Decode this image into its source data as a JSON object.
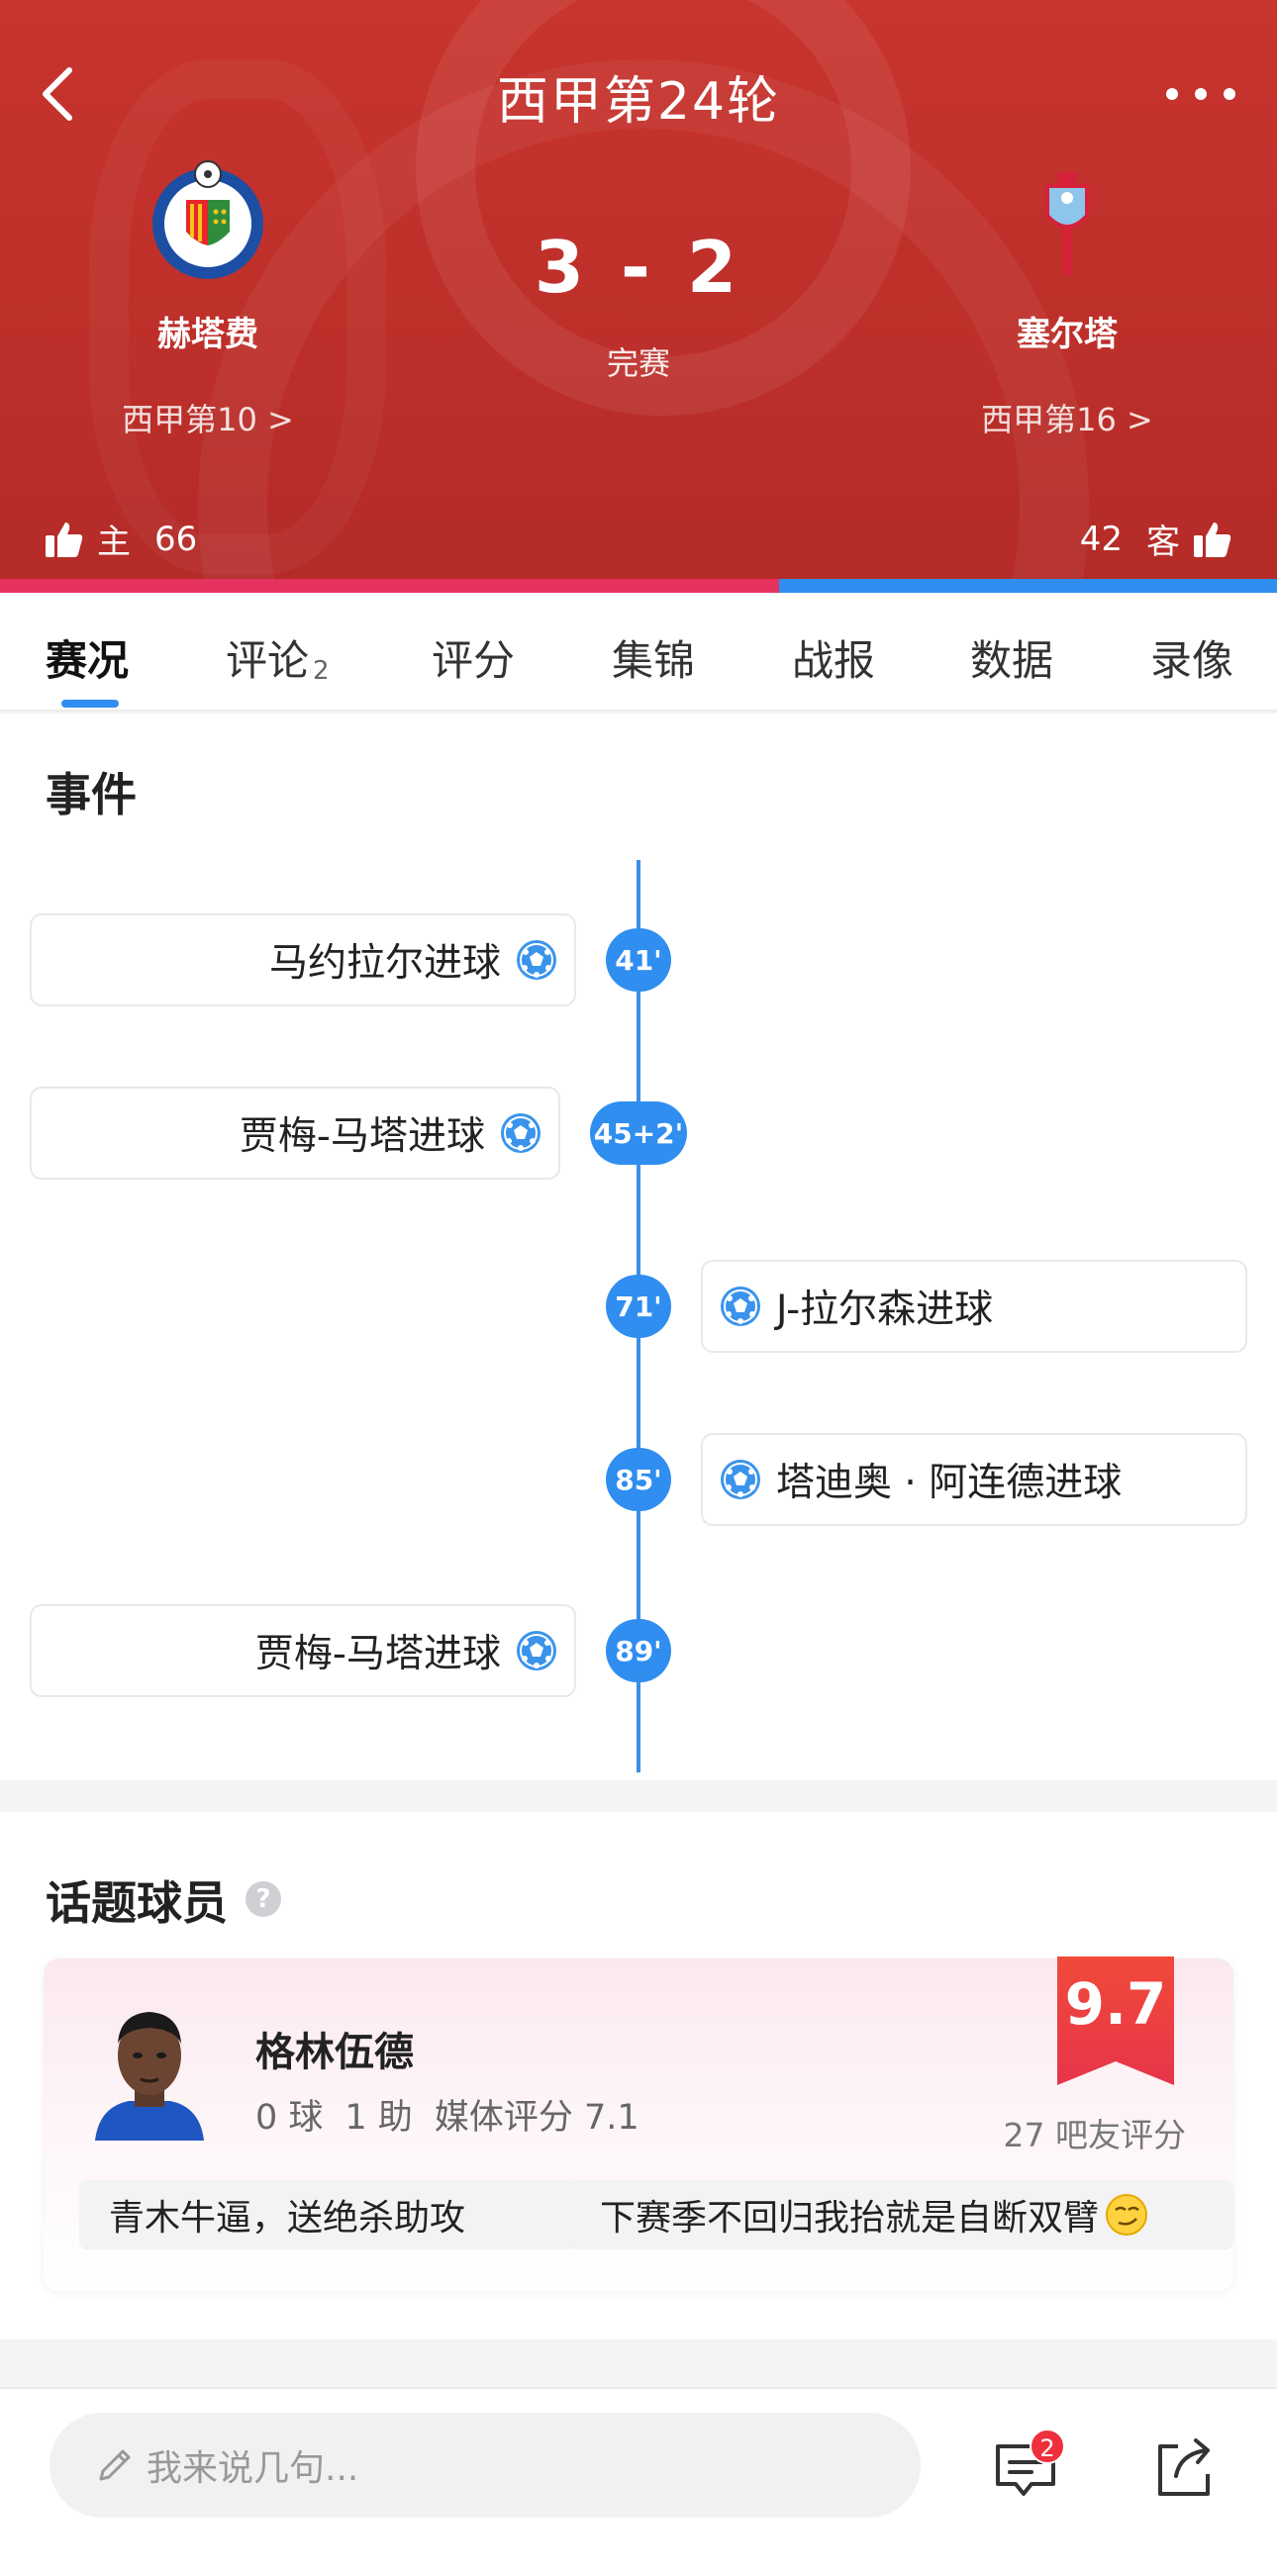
{
  "header": {
    "title": "西甲第24轮",
    "score": "3 - 2",
    "status": "完赛",
    "home": {
      "name": "赫塔费",
      "rank": "西甲第10 >",
      "likes_label": "主",
      "likes": "66"
    },
    "away": {
      "name": "塞尔塔",
      "rank": "西甲第16 >",
      "likes_label": "客",
      "likes": "42"
    },
    "home_like_share": 0.61,
    "colors": {
      "header_bg": "#c8342e",
      "home_bar": "#e6325f",
      "away_bar": "#2f8eef"
    }
  },
  "tabs": [
    {
      "label": "赛况"
    },
    {
      "label": "评论",
      "count": "2"
    },
    {
      "label": "评分"
    },
    {
      "label": "集锦"
    },
    {
      "label": "战报"
    },
    {
      "label": "数据"
    },
    {
      "label": "录像"
    }
  ],
  "events": {
    "title": "事件",
    "items": [
      {
        "minute": "41'",
        "text": "马约拉尔进球",
        "side": "home",
        "icon": "football-icon"
      },
      {
        "minute": "45+2'",
        "text": "贾梅-马塔进球",
        "side": "home",
        "icon": "football-icon"
      },
      {
        "minute": "71'",
        "text": "J-拉尔森进球",
        "side": "away",
        "icon": "football-icon"
      },
      {
        "minute": "85'",
        "text": "塔迪奥 · 阿连德进球",
        "side": "away",
        "icon": "football-icon"
      },
      {
        "minute": "89'",
        "text": "贾梅-马塔进球",
        "side": "home",
        "icon": "football-icon"
      }
    ]
  },
  "hot_players": {
    "title": "话题球员",
    "help": "?",
    "player": {
      "name": "格林伍德",
      "goals": "0 球",
      "assists": "1 助",
      "media_rating": "媒体评分 7.1",
      "rating": "9.7",
      "rating_count": "27 吧友评分",
      "comments": [
        "青木牛逼，送绝杀助攻",
        "下赛季不回归我抬就是自断双臂"
      ]
    }
  },
  "bottom": {
    "placeholder": "我来说几句...",
    "comment_badge": "2"
  }
}
